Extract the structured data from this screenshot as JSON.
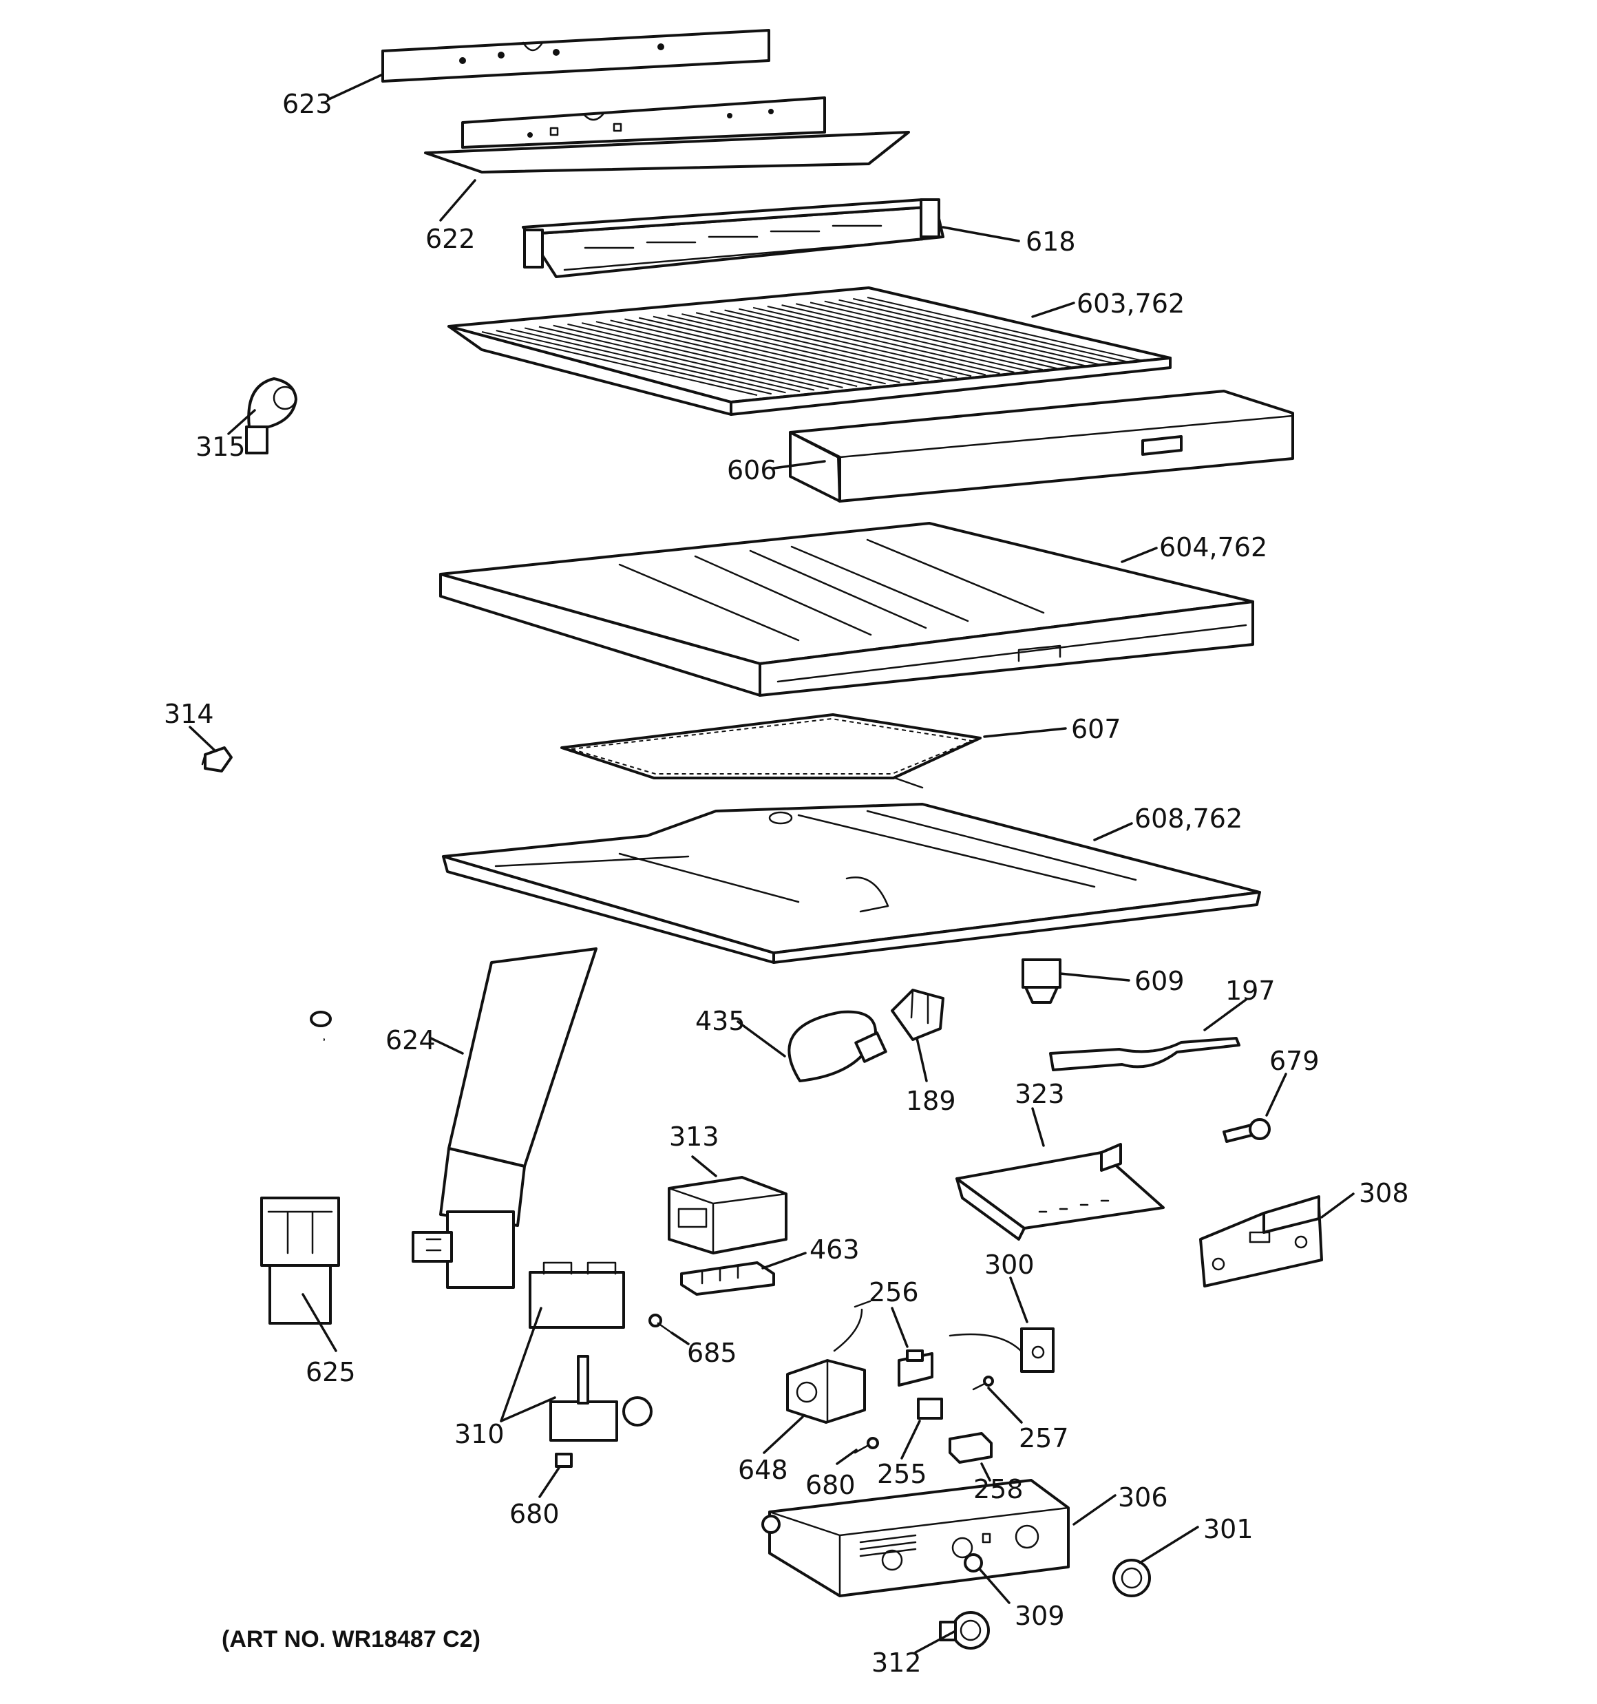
{
  "art_number": "(ART NO. WR18487 C2)",
  "callouts": [
    {
      "id": "623",
      "label": "623"
    },
    {
      "id": "622",
      "label": "622"
    },
    {
      "id": "618",
      "label": "618"
    },
    {
      "id": "603-762",
      "label": "603,762"
    },
    {
      "id": "315",
      "label": "315"
    },
    {
      "id": "606",
      "label": "606"
    },
    {
      "id": "604-762",
      "label": "604,762"
    },
    {
      "id": "314",
      "label": "314"
    },
    {
      "id": "607",
      "label": "607"
    },
    {
      "id": "608-762",
      "label": "608,762"
    },
    {
      "id": "609",
      "label": "609"
    },
    {
      "id": "624",
      "label": "624"
    },
    {
      "id": "435",
      "label": "435"
    },
    {
      "id": "197",
      "label": "197"
    },
    {
      "id": "679",
      "label": "679"
    },
    {
      "id": "189",
      "label": "189"
    },
    {
      "id": "323",
      "label": "323"
    },
    {
      "id": "313",
      "label": "313"
    },
    {
      "id": "308",
      "label": "308"
    },
    {
      "id": "463",
      "label": "463"
    },
    {
      "id": "256",
      "label": "256"
    },
    {
      "id": "300",
      "label": "300"
    },
    {
      "id": "625",
      "label": "625"
    },
    {
      "id": "685",
      "label": "685"
    },
    {
      "id": "310",
      "label": "310"
    },
    {
      "id": "257",
      "label": "257"
    },
    {
      "id": "648",
      "label": "648"
    },
    {
      "id": "680a",
      "label": "680"
    },
    {
      "id": "255",
      "label": "255"
    },
    {
      "id": "258",
      "label": "258"
    },
    {
      "id": "680b",
      "label": "680"
    },
    {
      "id": "306",
      "label": "306"
    },
    {
      "id": "301",
      "label": "301"
    },
    {
      "id": "309",
      "label": "309"
    },
    {
      "id": "312",
      "label": "312"
    }
  ]
}
